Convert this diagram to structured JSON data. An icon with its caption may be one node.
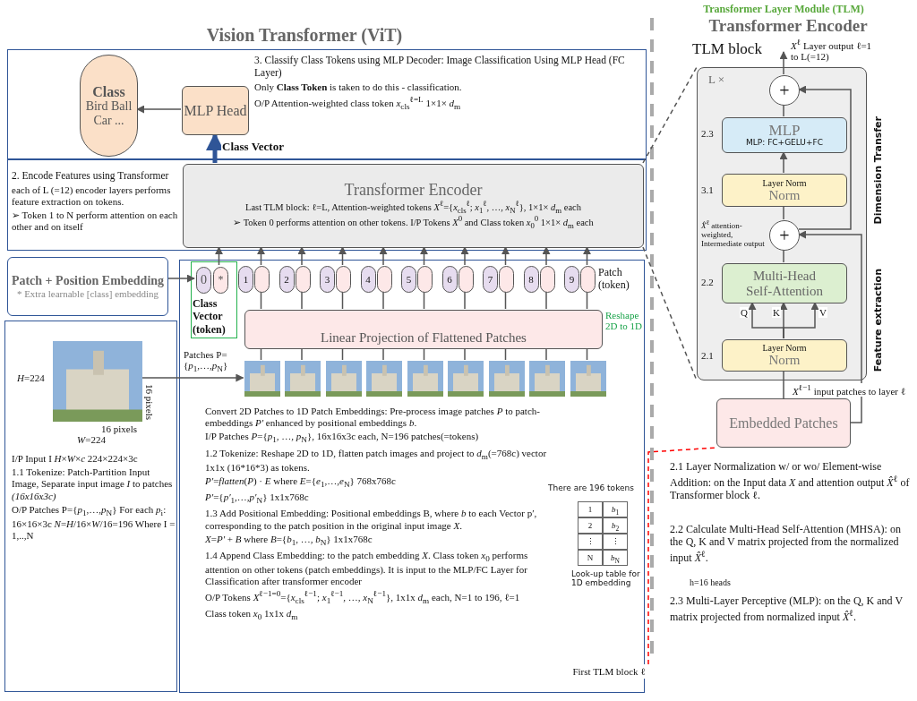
{
  "diagram": {
    "title": "Vision Transformer (ViT)",
    "nodes": [
      {
        "text": [
          "Class",
          "Bird Ball Car ..."
        ],
        "in": 1
      },
      {
        "text": [
          "3. Classify Class Tokens using MLP Decoder: Image Classification Using MLP Head (FC Layer)",
          "Only **Class Token** is taken to do this - classification.",
          "O/P Attention-weighted class token *x*$_{cls}$$^{ℓ=L}$ 1×1× *d*$_{m}$"
        ]
      },
      {
        "text": [
          "MLP Head"
        ],
        "in": 1
      },
      {
        "text": [
          "2. Encode Features using Transformer",
          "each of L (=12) encoder layers performs feature extraction on tokens.",
          "➢ Token 1 to N perform attention on each other and on itself"
        ]
      },
      {
        "text": [
          "Transformer Encoder",
          "Last TLM block: ℓ=L, Attention-weighted tokens *X*$^{ℓ}$={*x*$_{cls}$$^{ℓ}$; *x*$_{1}$$^{ℓ}$, …, *x*$_{N}$$^{ℓ}$}, 1×1× *d*$_{m}$ each",
          "➢ Token 0 performs attention on other tokens. I/P Tokens *X*$^{0}$ and Class token *x*$_{0}$$^{0}$ 1×1× *d*$_{m}$ each"
        ],
        "in": 3
      },
      {
        "text": [
          "Patch + Position Embedding",
          "* Extra learnable [class] embedding"
        ]
      },
      {
        "text": [
          "Convert 2D Patches to 1D Patch Embeddings: Pre-process image patches *P* to patch-embeddings *P′* enhanced by positional embeddings *b*.",
          "I/P Patches *P*={*p*$_{1}$, …, *p*$_{N}$}, 16x16x3c each, N=196 patches(=tokens)",
          "1.2 Tokenize: Reshape 2D to 1D, flatten patch images and project to *d*$_{m}$(=768c) vector 1x1x (16*16*3) as tokens.",
          "*P′*=*flatten*(*P*) · *E* where *E*={*e*$_{1}$,…,*e*$_{N}$} 768x768c",
          "*P′*={*p′*$_{1}$,…,*p′*$_{N}$} 1x1x768c",
          "1.3 Add Positional Embedding: Positional embeddings B, where *b* to each Vector p′, corresponding to the patch position in the original input image *X*.",
          "*X*=*P′* + *B* where *B*={*b*$_{1}$, …, *b*$_{N}$} 1x1x768c",
          "1.4 Append Class Embedding: to the patch embedding *X*. Class token *x*$_{0}$ performs attention on other tokens (patch embeddings). It is input to the MLP/FC Layer for Classification after transformer encoder",
          "O/P Tokens *X*$^{ℓ−1=0}$={*x*$_{cls}$$^{ℓ−1}$; *x*$_{1}$$^{ℓ−1}$, …, *x*$_{N}$$^{ℓ−1}$}, 1x1x *d*$_{m}$ each, N=1 to 196, ℓ=1",
          "Class token *x*$_{0}$ 1x1x *d*$_{m}$"
        ]
      },
      {
        "text": [
          "Class Vector (token)"
        ],
        "in": 6
      },
      {
        "text": [
          "0"
        ],
        "in": 7
      },
      {
        "text": [
          "*"
        ],
        "in": 7
      },
      {
        "text": [
          "1"
        ],
        "in": 6
      },
      {
        "text": [],
        "shape": "box",
        "in": 6
      },
      {
        "text": [
          "2"
        ],
        "in": 6
      },
      {
        "text": [],
        "shape": "box",
        "in": 6
      },
      {
        "text": [
          "3"
        ],
        "in": 6
      },
      {
        "text": [],
        "shape": "box",
        "in": 6
      },
      {
        "text": [
          "4"
        ],
        "in": 6
      },
      {
        "text": [],
        "shape": "box",
        "in": 6
      },
      {
        "text": [
          "5"
        ],
        "in": 6
      },
      {
        "text": [],
        "shape": "box",
        "in": 6
      },
      {
        "text": [
          "6"
        ],
        "in": 6
      },
      {
        "text": [],
        "shape": "box",
        "in": 6
      },
      {
        "text": [
          "7"
        ],
        "in": 6
      },
      {
        "text": [],
        "shape": "box",
        "in": 6
      },
      {
        "text": [
          "8"
        ],
        "in": 6
      },
      {
        "text": [],
        "shape": "box",
        "in": 6
      },
      {
        "text": [
          "9"
        ],
        "in": 6
      },
      {
        "text": [],
        "shape": "box",
        "in": 6
      },
      {
        "text": [
          "Linear Projection of Flattened Patches"
        ],
        "beside": [
          "Reshape 2D to 1D"
        ],
        "in": 6
      },
      {
        "text": [],
        "shape": "picture",
        "in": 6
      },
      {
        "text": [],
        "shape": "picture",
        "in": 6
      },
      {
        "text": [],
        "shape": "picture",
        "in": 6
      },
      {
        "text": [],
        "shape": "picture",
        "in": 6
      },
      {
        "text": [],
        "shape": "picture",
        "in": 6
      },
      {
        "text": [],
        "shape": "picture",
        "in": 6
      },
      {
        "text": [],
        "shape": "picture",
        "in": 6
      },
      {
        "text": [],
        "shape": "picture",
        "in": 6
      },
      {
        "text": [],
        "shape": "picture",
        "in": 6
      },
      {
        "text": [
          "I/P Input I *H*×*W*×*c* 224×224×3c",
          "1.1 Tokenize: Patch-Partition Input Image, Separate input image *I* to patches *(16x16x3c)*",
          "O/P Patches P={*p*$_{1}$,…,*p*$_{N}$} For each *p*$_{i}$: 16×16×3c *N*=*H*/16×*W*/16=196 Where I = 1,..,N"
        ]
      },
      {
        "text": [],
        "shape": "picture",
        "beside": [
          "*H*=224",
          "16 pixels",
          "16 pixels",
          "*W*=224"
        ],
        "in": 38
      },
      {
        "text": [
          "TLM block",
          "L ×"
        ]
      },
      {
        "text": [
          "+"
        ],
        "in": 40
      },
      {
        "text": [
          "MLP",
          "MLP: FC+GELU+FC"
        ],
        "beside": [
          "2.3"
        ],
        "in": 40
      },
      {
        "text": [
          "Layer Norm",
          "Norm"
        ],
        "beside": [
          "3.1"
        ],
        "in": 40
      },
      {
        "text": [
          "+"
        ],
        "beside": [
          "*X̂*$^{ℓ}$ attention-weighted, Intermediate output"
        ],
        "in": 40
      },
      {
        "text": [
          "Multi-Head",
          "Self-Attention"
        ],
        "beside": [
          "2.2"
        ],
        "in": 40
      },
      {
        "text": [
          "Layer Norm",
          "Norm"
        ],
        "beside": [
          "2.1"
        ],
        "in": 40
      },
      {
        "text": [
          "Embedded Patches"
        ]
      },
      {
        "text": [
          "First TLM block ℓ"
        ]
      }
    ],
    "edges": [
      {
        "from": 2,
        "to": 0,
        "arrow": "to"
      },
      {
        "from": 4,
        "to": 2,
        "arrow": "to",
        "label": "Class Vector",
        "style": "thick",
        "color": "#2f5597"
      },
      {
        "from": 5,
        "to": 8,
        "arrow": "to"
      },
      {
        "from": 9,
        "to": 4,
        "arrow": "to"
      },
      {
        "from": 11,
        "to": 4,
        "arrow": "to"
      },
      {
        "from": 13,
        "to": 4,
        "arrow": "to"
      },
      {
        "from": 15,
        "to": 4,
        "arrow": "to"
      },
      {
        "from": 17,
        "to": 4,
        "arrow": "to"
      },
      {
        "from": 19,
        "to": 4,
        "arrow": "to"
      },
      {
        "from": 21,
        "to": 4,
        "arrow": "to"
      },
      {
        "from": 23,
        "to": 4,
        "arrow": "to"
      },
      {
        "from": 25,
        "to": 4,
        "arrow": "to"
      },
      {
        "from": 27,
        "to": 4,
        "arrow": "to"
      },
      {
        "from": 28,
        "to": 11,
        "arrow": "none"
      },
      {
        "from": 28,
        "to": 13,
        "arrow": "none"
      },
      {
        "from": 28,
        "to": 15,
        "arrow": "none"
      },
      {
        "from": 28,
        "to": 17,
        "arrow": "none"
      },
      {
        "from": 28,
        "to": 19,
        "arrow": "none"
      },
      {
        "from": 28,
        "to": 21,
        "arrow": "none"
      },
      {
        "from": 28,
        "to": 23,
        "arrow": "none"
      },
      {
        "from": 28,
        "to": 25,
        "arrow": "none"
      },
      {
        "from": 28,
        "to": 27,
        "arrow": "none"
      },
      {
        "from": 29,
        "to": 28,
        "arrow": "none"
      },
      {
        "from": 30,
        "to": 28,
        "arrow": "none"
      },
      {
        "from": 31,
        "to": 28,
        "arrow": "none"
      },
      {
        "from": 32,
        "to": 28,
        "arrow": "none"
      },
      {
        "from": 33,
        "to": 28,
        "arrow": "none"
      },
      {
        "from": 34,
        "to": 28,
        "arrow": "none"
      },
      {
        "from": 35,
        "to": 28,
        "arrow": "none"
      },
      {
        "from": 36,
        "to": 28,
        "arrow": "none"
      },
      {
        "from": 37,
        "to": 28,
        "arrow": "none"
      },
      {
        "from": 39,
        "to": 29,
        "arrow": "to",
        "label": "Patches P={*p*$_{1}$,…,*p*$_{N}$}"
      },
      {
        "from": 47,
        "to": 46,
        "arrow": "none",
        "label": "*X*$^{ℓ−1}$ input patches to layer ℓ"
      },
      {
        "from": 46,
        "to": 45,
        "arrow": "to",
        "label": "Q"
      },
      {
        "from": 46,
        "to": 45,
        "arrow": "to",
        "label": "K"
      },
      {
        "from": 46,
        "to": 45,
        "arrow": "to",
        "label": "V"
      },
      {
        "from": 47,
        "to": 44,
        "arrow": "to"
      },
      {
        "from": 45,
        "to": 44,
        "arrow": "none"
      },
      {
        "from": 44,
        "to": 43,
        "arrow": "none"
      },
      {
        "from": 43,
        "to": 42,
        "arrow": "to"
      },
      {
        "from": 42,
        "to": 41,
        "arrow": "none"
      },
      {
        "from": 44,
        "to": 41,
        "arrow": "to"
      },
      {
        "from": 41,
        "to": null,
        "arrow": "to",
        "label": "*X*$^{ℓ}$ Layer output ℓ=1 to L(=12)"
      },
      {
        "from": 4,
        "to": 40,
        "arrow": "none",
        "style": "dashed"
      },
      {
        "from": 4,
        "to": 40,
        "arrow": "none",
        "style": "dashed"
      },
      {
        "from": 48,
        "to": 47,
        "arrow": "none",
        "style": "dashed",
        "color": "#ff0000"
      }
    ],
    "labels": [
      "Transformer Layer Module (TLM)",
      "Transformer Encoder",
      "Dimension Transfer",
      "Feature extraction",
      "Patch (token)",
      "1",
      "*b*$_{1}$",
      "2",
      "*b*$_{2}$",
      "⋮",
      "⋮",
      "N",
      "*b*$_{N}$",
      "There are 196 tokens",
      "Look-up table for 1D embedding",
      "2.1 Layer Normalization w/ or wo/ Element-wise Addition: on the Input data *X* and attention output *X̂*$^{ℓ}$ of Transformer block ℓ.",
      "2.2 Calculate Multi-Head Self-Attention (MHSA): on the Q, K and V matrix projected from  the normalized input *X̂*$^{ℓ}$.",
      "h=16 heads",
      "2.3 Multi-Layer Perceptive (MLP): on the Q, K and V matrix projected from normalized input *X̂*$^{ℓ}$."
    ]
  }
}
